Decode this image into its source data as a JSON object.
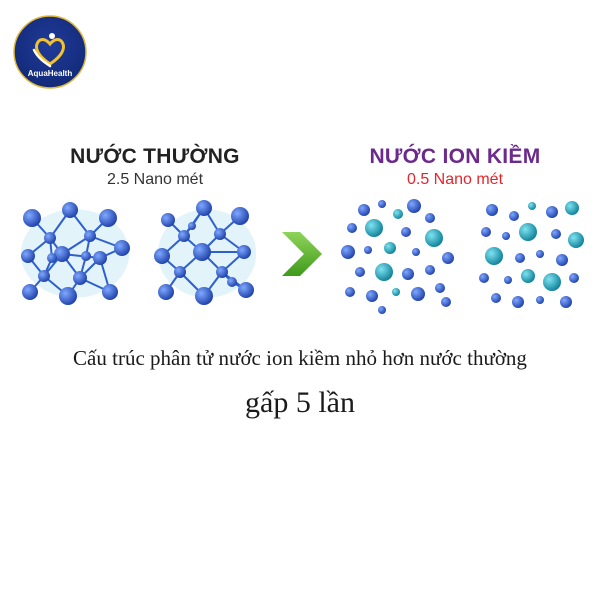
{
  "logo": {
    "text": "AquaHealth",
    "icon": "heart-hands-logo-icon"
  },
  "regular_water": {
    "title": "NƯỚC THƯỜNG",
    "size": "2.5 Nano mét"
  },
  "alkaline_water": {
    "title": "NƯỚC ION KIỀM",
    "size": "0.5 Nano mét"
  },
  "arrow": {
    "icon": "chevron-right-arrow-icon",
    "color": "#5fb32a"
  },
  "caption": {
    "line1": "Cấu trúc phân tử nước ion kiềm nhỏ hơn nước thường",
    "line2": "gấp 5 lần"
  },
  "colors": {
    "molecule_blue": "#2d5fd0",
    "molecule_teal": "#1aa0b4",
    "title_purple": "#6b2a8c",
    "subtitle_red": "#e3262d"
  }
}
